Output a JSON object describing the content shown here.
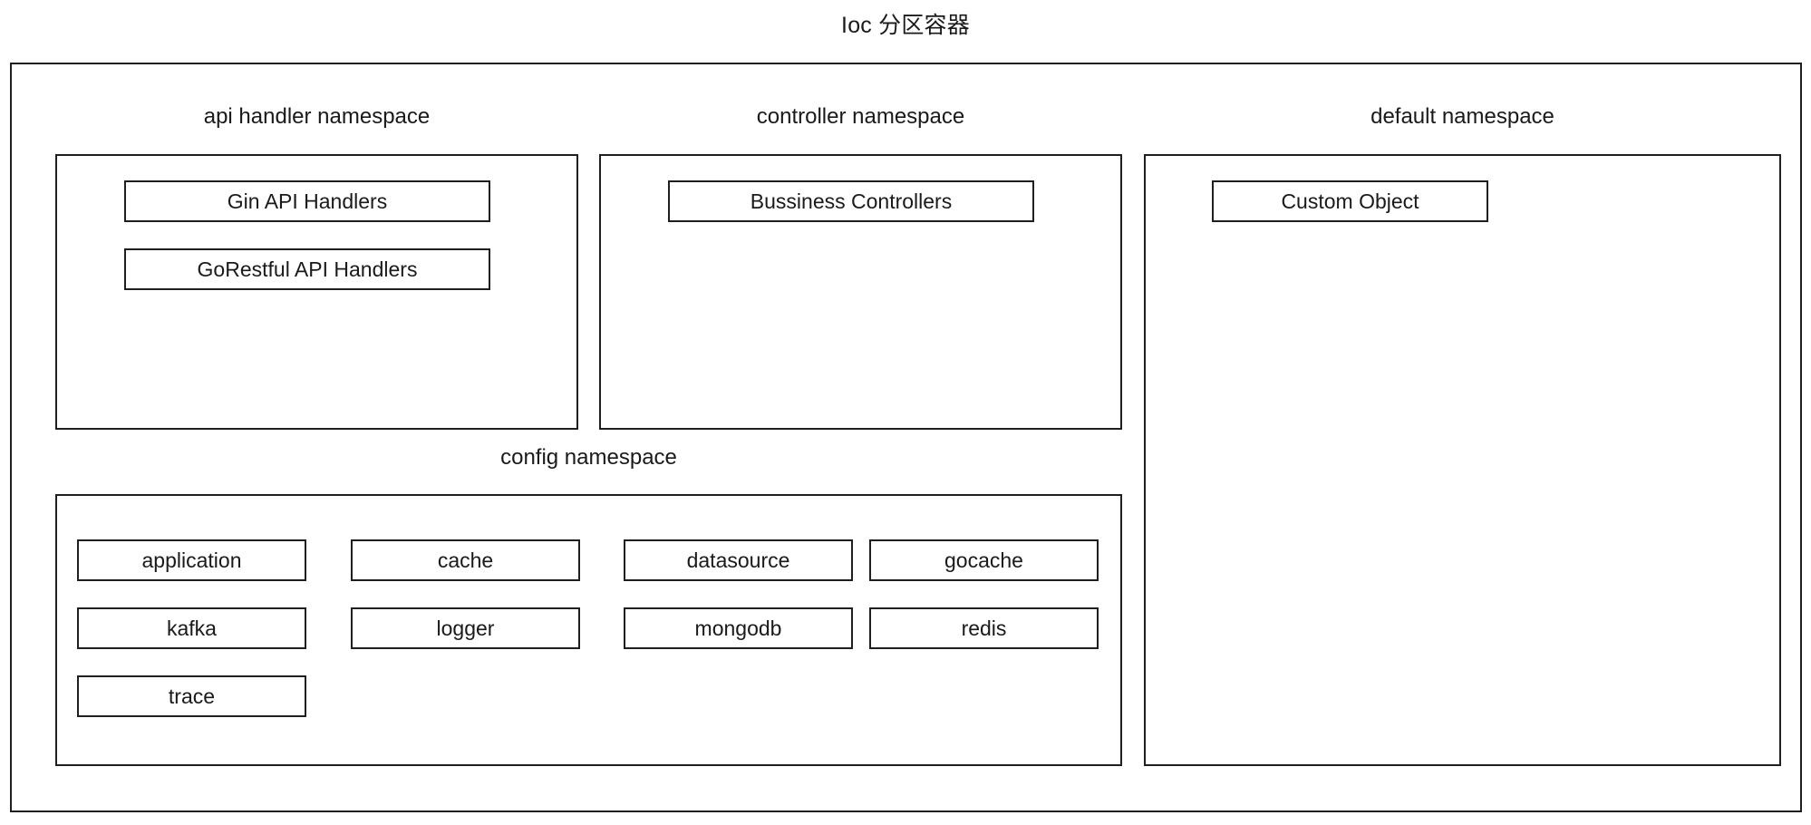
{
  "diagram": {
    "title": "Ioc 分区容器",
    "type": "nested-container-block-diagram",
    "colors": {
      "background": "#ffffff",
      "border": "#1f1f1f",
      "text": "#1a1a1a"
    },
    "namespaces": [
      {
        "id": "api-handler",
        "label": "api handler namespace",
        "items": [
          {
            "id": "gin-api-handlers",
            "label": "Gin API Handlers"
          },
          {
            "id": "gorestful-api-handlers",
            "label": "GoRestful API Handlers"
          }
        ]
      },
      {
        "id": "controller",
        "label": "controller namespace",
        "items": [
          {
            "id": "bussiness-controllers",
            "label": "Bussiness Controllers"
          }
        ]
      },
      {
        "id": "default",
        "label": "default namespace",
        "items": [
          {
            "id": "custom-object",
            "label": "Custom Object"
          }
        ]
      },
      {
        "id": "config",
        "label": "config namespace",
        "items": [
          {
            "id": "application",
            "label": "application"
          },
          {
            "id": "cache",
            "label": "cache"
          },
          {
            "id": "datasource",
            "label": "datasource"
          },
          {
            "id": "gocache",
            "label": "gocache"
          },
          {
            "id": "kafka",
            "label": "kafka"
          },
          {
            "id": "logger",
            "label": "logger"
          },
          {
            "id": "mongodb",
            "label": "mongodb"
          },
          {
            "id": "redis",
            "label": "redis"
          },
          {
            "id": "trace",
            "label": "trace"
          }
        ]
      }
    ]
  }
}
